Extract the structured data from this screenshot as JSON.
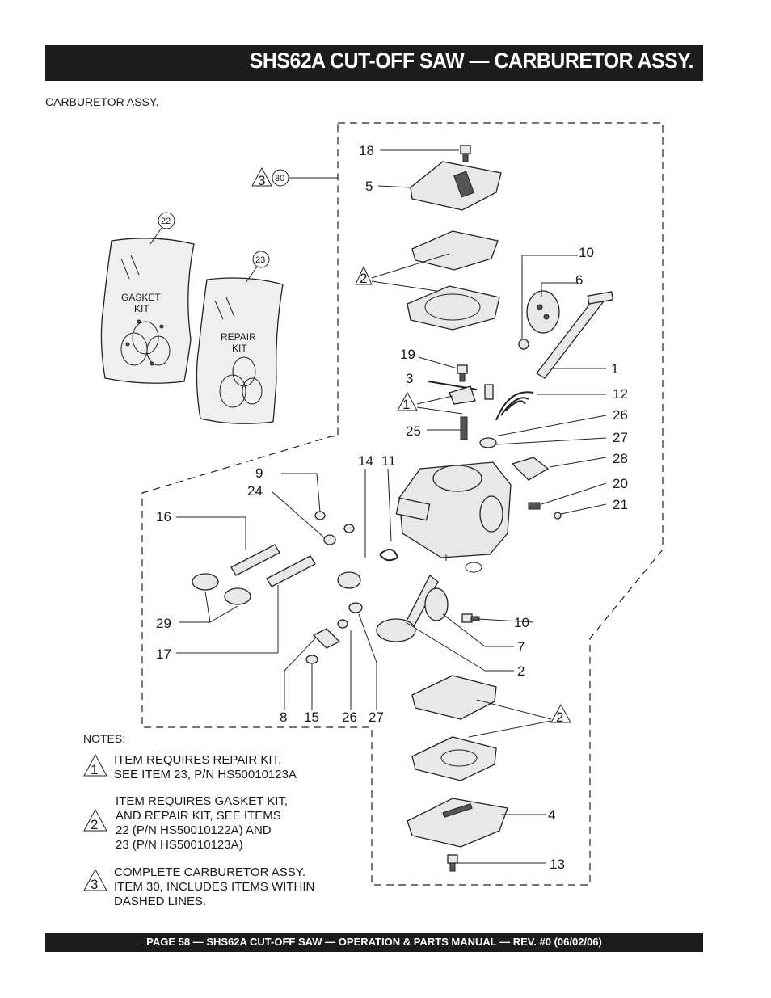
{
  "header": {
    "title": "SHS62A CUT-OFF SAW  — CARBURETOR ASSY."
  },
  "subtitle": "CARBURETOR ASSY.",
  "kits": {
    "gasket_label_1": "GASKET",
    "gasket_label_2": "KIT",
    "repair_label_1": "REPAIR",
    "repair_label_2": "KIT",
    "gasket_num": "22",
    "repair_num": "23"
  },
  "callouts": {
    "n18": "18",
    "n5": "5",
    "n3a": "3",
    "n30": "30",
    "n2a": "2",
    "n10a": "10",
    "n6": "6",
    "n19": "19",
    "n3b": "3",
    "n1tri": "1",
    "n1": "1",
    "n12": "12",
    "n26a": "26",
    "n25": "25",
    "n27a": "27",
    "n28": "28",
    "n9": "9",
    "n14": "14",
    "n11": "11",
    "n24": "24",
    "n20": "20",
    "n21": "21",
    "n16": "16",
    "n29": "29",
    "n17": "17",
    "n10b": "10",
    "n7": "7",
    "n2b": "2",
    "n8": "8",
    "n15": "15",
    "n26b": "26",
    "n27b": "27",
    "n2c": "2",
    "n4": "4",
    "n13": "13"
  },
  "notes": {
    "heading": "NOTES:",
    "items": [
      {
        "num": "1",
        "lines": [
          "ITEM REQUIRES REPAIR KIT,",
          "SEE ITEM 23, P/N HS50010123A"
        ]
      },
      {
        "num": "2",
        "lines": [
          "ITEM REQUIRES GASKET KIT,",
          "AND REPAIR KIT, SEE ITEMS",
          "22 (P/N HS50010122A) AND",
          "23 (P/N HS50010123A)"
        ]
      },
      {
        "num": "3",
        "lines": [
          "COMPLETE CARBURETOR ASSY.",
          "ITEM 30, INCLUDES ITEMS WITHIN",
          "DASHED LINES."
        ]
      }
    ]
  },
  "footer": {
    "text": "PAGE 58 — SHS62A CUT-OFF SAW  — OPERATION & PARTS MANUAL — REV. #0 (06/02/06)"
  }
}
